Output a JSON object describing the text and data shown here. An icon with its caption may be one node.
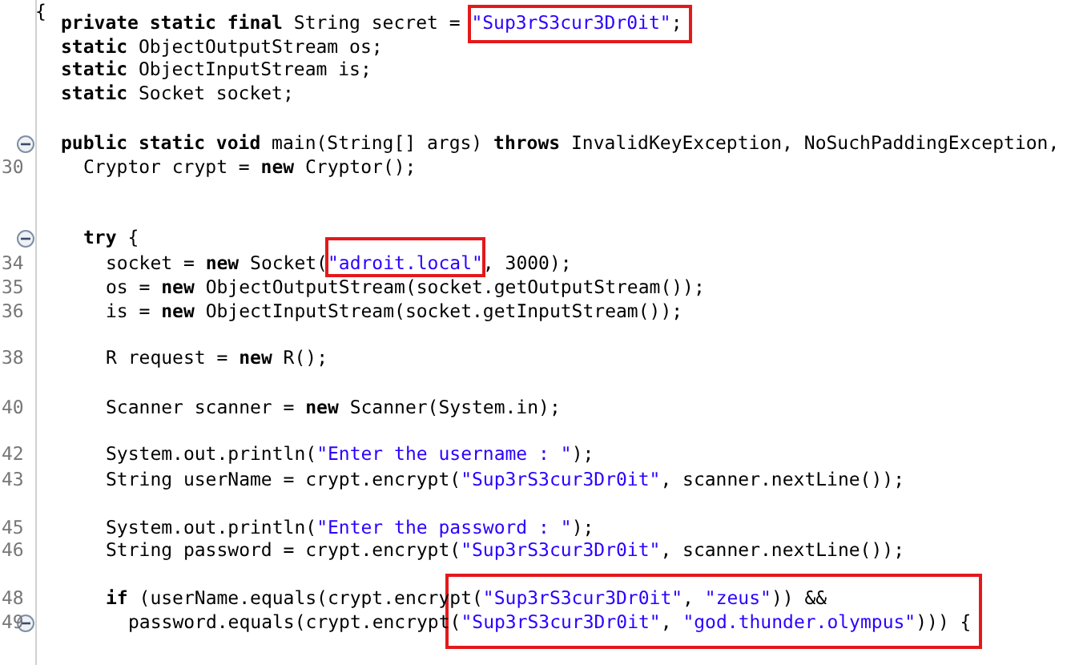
{
  "diagram": {
    "labels": [
      "{",
      "**private static final** String secret = \"Sup3rS3cur3Dr0it\";",
      "**static** ObjectOutputStream os;",
      "**static** ObjectInputStream is;",
      "**static** Socket socket;",
      "**public static void** main(String[] args) **throws** InvalidKeyException, NoSuchPaddingException,",
      "30",
      "Cryptor crypt = **new** Cryptor();",
      "**try** {",
      "34",
      "socket = **new** Socket(\"adroit.local\", 3000);",
      "35",
      "os = **new** ObjectOutputStream(socket.getOutputStream());",
      "36",
      "is = **new** ObjectInputStream(socket.getInputStream());",
      "38",
      "R request = **new** R();",
      "40",
      "Scanner scanner = **new** Scanner(System.in);",
      "42",
      "System.out.println(\"Enter the username : \");",
      "43",
      "String userName = crypt.encrypt(\"Sup3rS3cur3Dr0it\", scanner.nextLine());",
      "45",
      "System.out.println(\"Enter the password : \");",
      "46",
      "String password = crypt.encrypt(\"Sup3rS3cur3Dr0it\", scanner.nextLine());",
      "48",
      "**if** (userName.equals(crypt.encrypt(\"Sup3rS3cur3Dr0it\", \"zeus\")) &&",
      "49",
      "password.equals(crypt.encrypt(\"Sup3rS3cur3Dr0it\", \"god.thunder.olympus\"))) {"
    ]
  }
}
